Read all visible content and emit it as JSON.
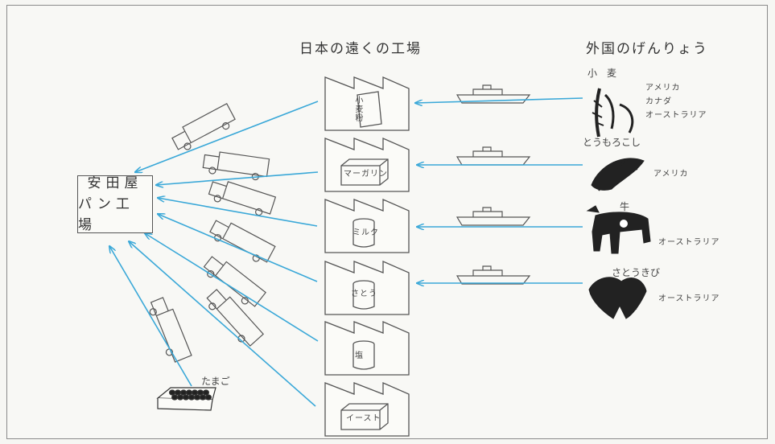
{
  "title": "日本の遠くの工場",
  "foreign_heading": "外国のげんりょう",
  "bakery": {
    "line1": "安田屋",
    "line2": "パン工場"
  },
  "egg_label": "たまご",
  "factories": [
    {
      "id": "wheat-flour",
      "product": "小麦粉"
    },
    {
      "id": "margarine",
      "product": "マーガリン"
    },
    {
      "id": "milk",
      "product": "ミルク"
    },
    {
      "id": "sugar",
      "product": "さとう"
    },
    {
      "id": "salt",
      "product": "塩"
    },
    {
      "id": "yeast",
      "product": "イースト"
    }
  ],
  "raw_materials": [
    {
      "id": "wheat",
      "name": "小　麦",
      "countries": [
        "アメリカ",
        "カナダ",
        "オーストラリア"
      ]
    },
    {
      "id": "corn",
      "name": "とうもろこし",
      "countries": [
        "アメリカ"
      ]
    },
    {
      "id": "cow",
      "name": "牛",
      "countries": [
        "オーストラリア"
      ]
    },
    {
      "id": "sugarcane",
      "name": "さとうきび",
      "countries": [
        "オーストラリア"
      ]
    }
  ],
  "colors": {
    "arrow": "#3aa8d8",
    "line": "#555555"
  }
}
